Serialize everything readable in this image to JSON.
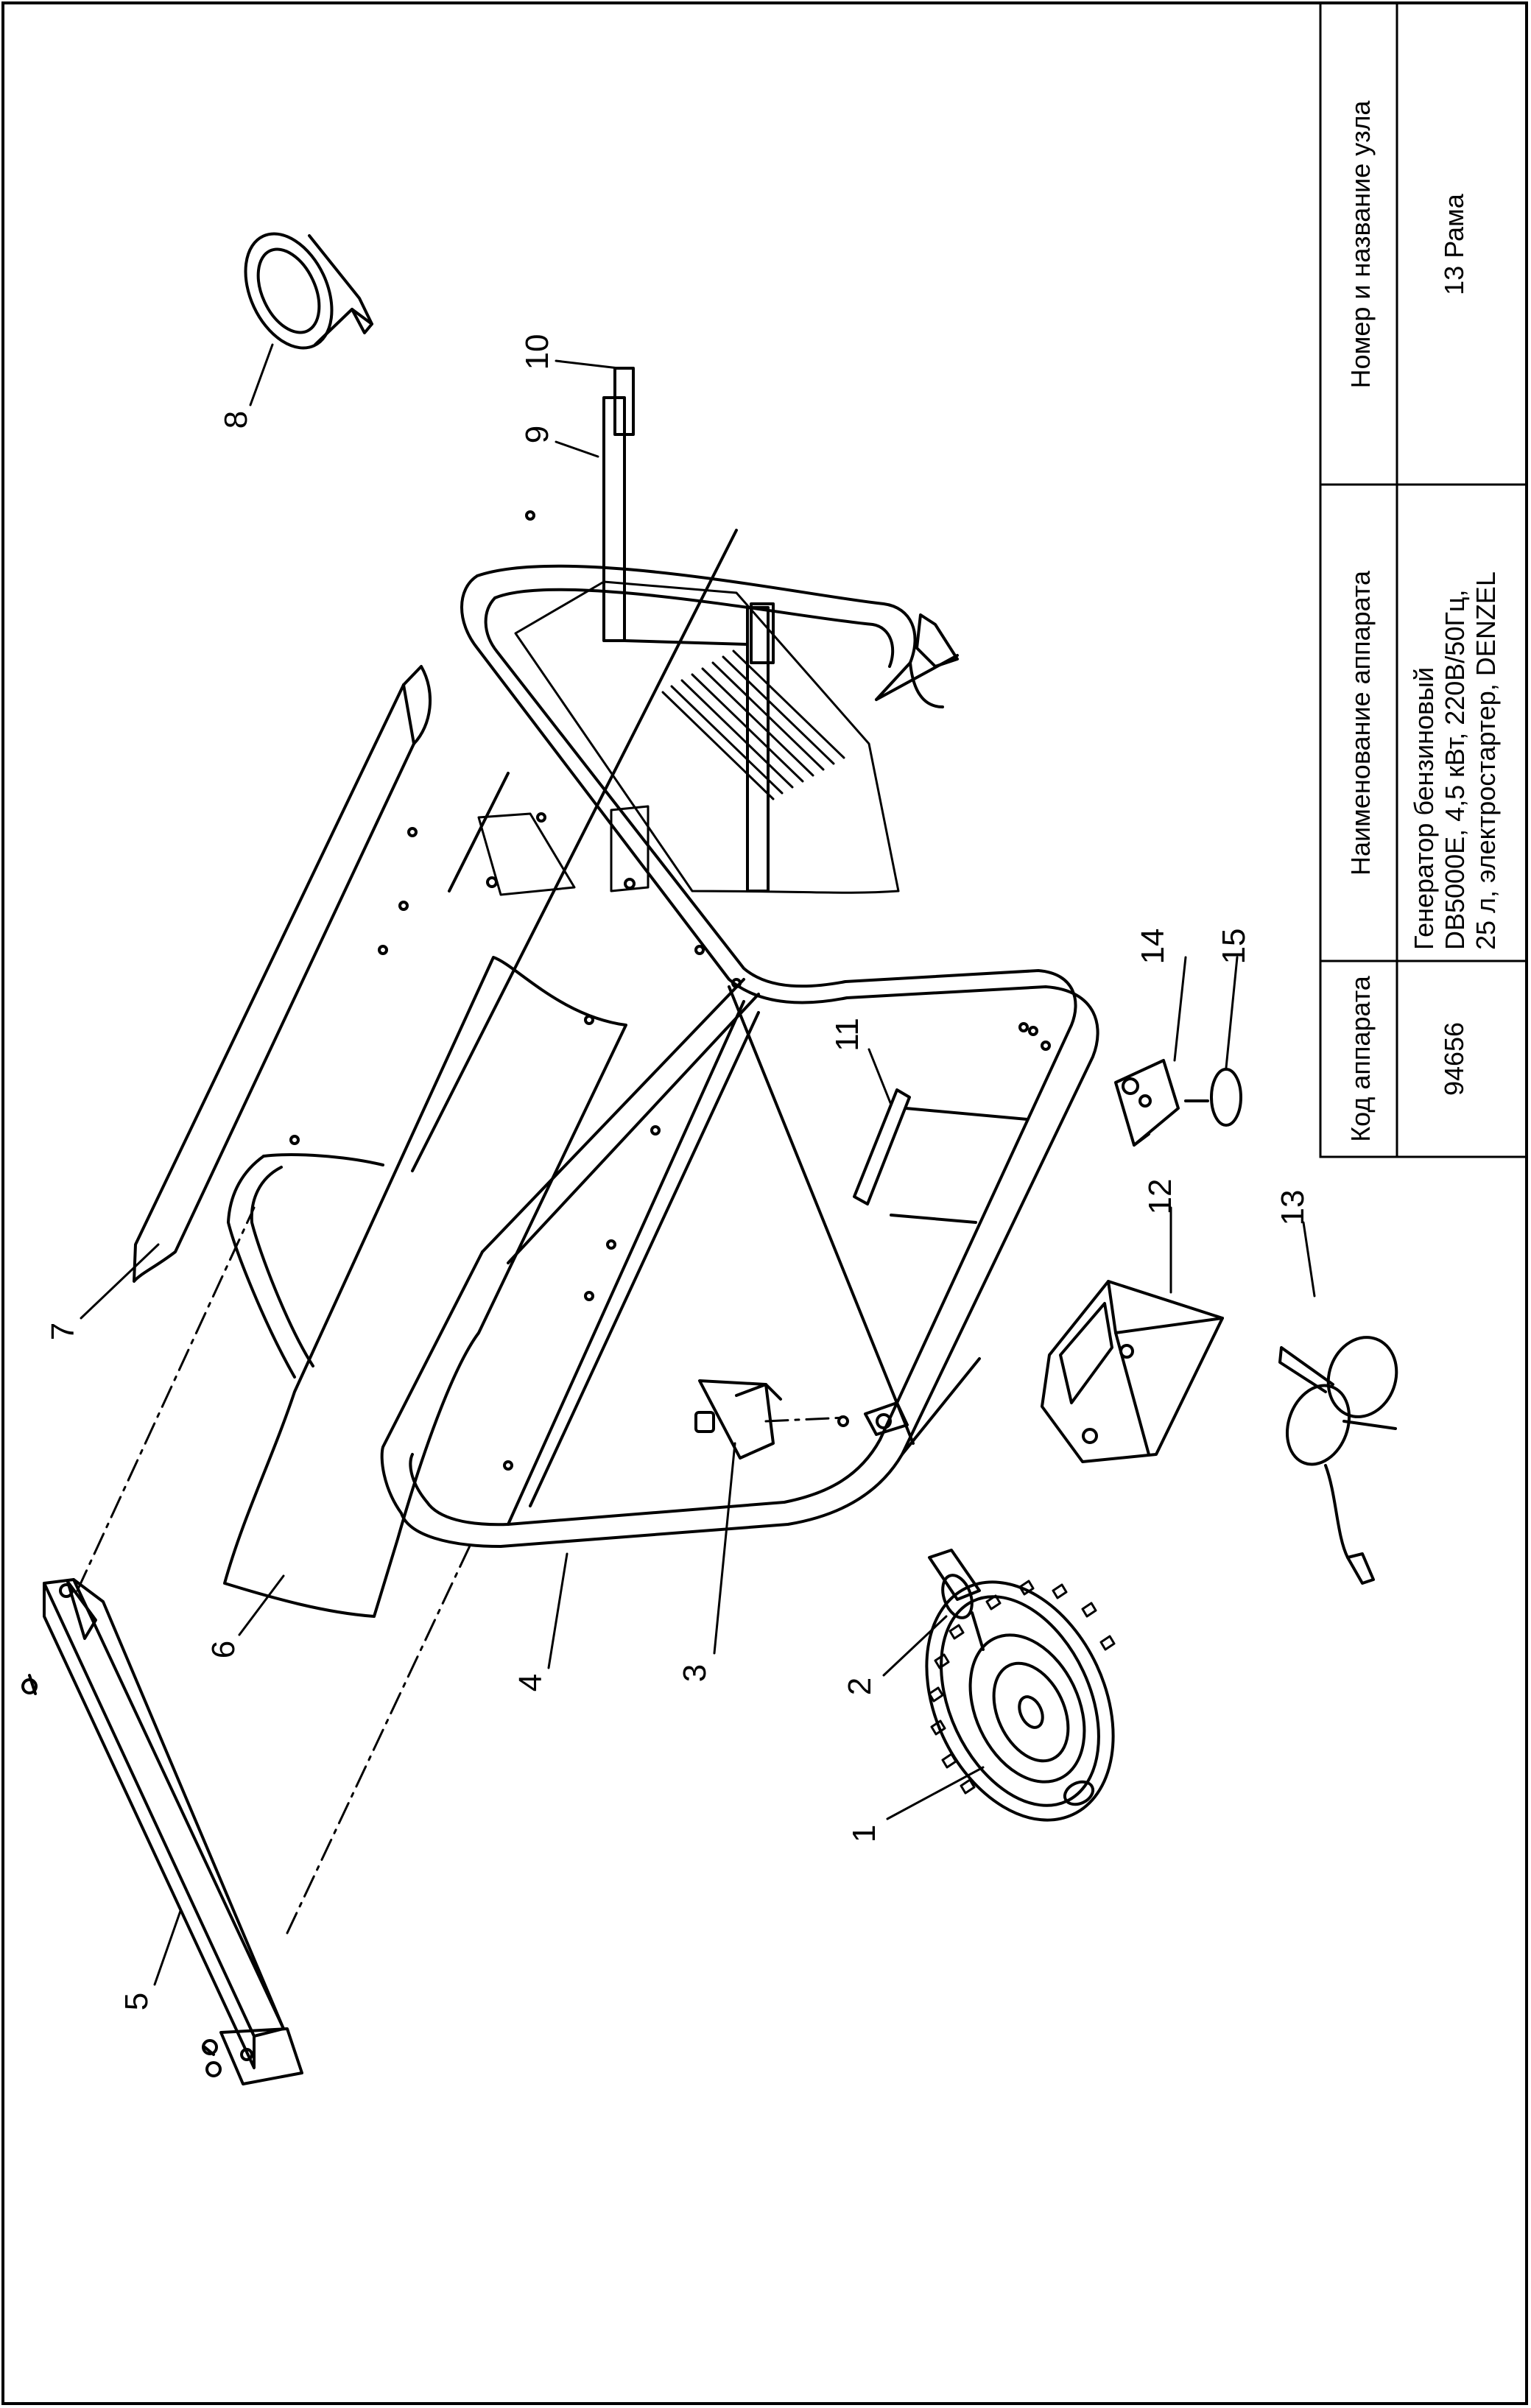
{
  "title_block": {
    "code_header": "Код аппарата",
    "code_value": "94656",
    "name_header": "Наименование аппарата",
    "name_lines": [
      "Генератор бензиновый",
      "DB5000E, 4,5 кВт, 220В/50Гц,",
      "25 л, электростартер, DENZEL"
    ],
    "unit_header": "Номер и название узла",
    "unit_value": "13 Рама"
  },
  "part_callouts": [
    "1",
    "2",
    "3",
    "4",
    "5",
    "6",
    "7",
    "8",
    "9",
    "10",
    "11",
    "12",
    "13",
    "14",
    "15"
  ]
}
